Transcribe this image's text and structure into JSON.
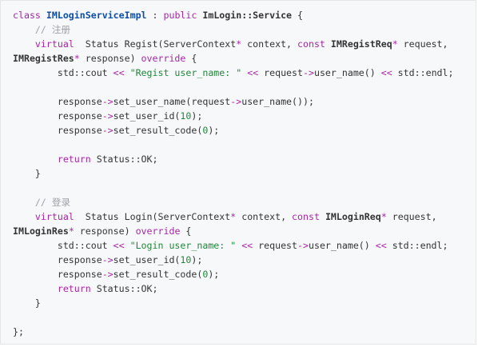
{
  "code": {
    "lines": [
      [
        [
          "kw",
          "class "
        ],
        [
          "cls",
          "IMLoginServiceImpl"
        ],
        [
          "txt",
          " : "
        ],
        [
          "kw",
          "public "
        ],
        [
          "bold",
          "ImLogin::Service"
        ],
        [
          "txt",
          " {"
        ]
      ],
      [
        [
          "txt",
          "    "
        ],
        [
          "cmt",
          "// 注册"
        ]
      ],
      [
        [
          "txt",
          "    "
        ],
        [
          "kw",
          "virtual"
        ],
        [
          "txt",
          "  Status Regist(ServerContext"
        ],
        [
          "op",
          "*"
        ],
        [
          "txt",
          " context, "
        ],
        [
          "kw",
          "const "
        ],
        [
          "bold",
          "IMRegistReq"
        ],
        [
          "op",
          "*"
        ],
        [
          "txt",
          " request,"
        ]
      ],
      [
        [
          "bold",
          "IMRegistRes"
        ],
        [
          "op",
          "*"
        ],
        [
          "txt",
          " response) "
        ],
        [
          "kw",
          "override"
        ],
        [
          "txt",
          " {"
        ]
      ],
      [
        [
          "txt",
          "        std::cout "
        ],
        [
          "op",
          "<<"
        ],
        [
          "txt",
          " "
        ],
        [
          "str",
          "\"Regist user_name: \""
        ],
        [
          "txt",
          " "
        ],
        [
          "op",
          "<<"
        ],
        [
          "txt",
          " request"
        ],
        [
          "op",
          "->"
        ],
        [
          "txt",
          "user_name() "
        ],
        [
          "op",
          "<<"
        ],
        [
          "txt",
          " std::endl;"
        ]
      ],
      [],
      [
        [
          "txt",
          "        response"
        ],
        [
          "op",
          "->"
        ],
        [
          "txt",
          "set_user_name(request"
        ],
        [
          "op",
          "->"
        ],
        [
          "txt",
          "user_name());"
        ]
      ],
      [
        [
          "txt",
          "        response"
        ],
        [
          "op",
          "->"
        ],
        [
          "txt",
          "set_user_id("
        ],
        [
          "num",
          "10"
        ],
        [
          "txt",
          ");"
        ]
      ],
      [
        [
          "txt",
          "        response"
        ],
        [
          "op",
          "->"
        ],
        [
          "txt",
          "set_result_code("
        ],
        [
          "num",
          "0"
        ],
        [
          "txt",
          ");"
        ]
      ],
      [],
      [
        [
          "txt",
          "        "
        ],
        [
          "kw",
          "return"
        ],
        [
          "txt",
          " Status::OK;"
        ]
      ],
      [
        [
          "txt",
          "    }"
        ]
      ],
      [],
      [
        [
          "txt",
          "    "
        ],
        [
          "cmt",
          "// 登录"
        ]
      ],
      [
        [
          "txt",
          "    "
        ],
        [
          "kw",
          "virtual"
        ],
        [
          "txt",
          "  Status Login(ServerContext"
        ],
        [
          "op",
          "*"
        ],
        [
          "txt",
          " context, "
        ],
        [
          "kw",
          "const "
        ],
        [
          "bold",
          "IMLoginReq"
        ],
        [
          "op",
          "*"
        ],
        [
          "txt",
          " request,"
        ]
      ],
      [
        [
          "bold",
          "IMLoginRes"
        ],
        [
          "op",
          "*"
        ],
        [
          "txt",
          " response) "
        ],
        [
          "kw",
          "override"
        ],
        [
          "txt",
          " {"
        ]
      ],
      [
        [
          "txt",
          "        std::cout "
        ],
        [
          "op",
          "<<"
        ],
        [
          "txt",
          " "
        ],
        [
          "str",
          "\"Login user_name: \""
        ],
        [
          "txt",
          " "
        ],
        [
          "op",
          "<<"
        ],
        [
          "txt",
          " request"
        ],
        [
          "op",
          "->"
        ],
        [
          "txt",
          "user_name() "
        ],
        [
          "op",
          "<<"
        ],
        [
          "txt",
          " std::endl;"
        ]
      ],
      [
        [
          "txt",
          "        response"
        ],
        [
          "op",
          "->"
        ],
        [
          "txt",
          "set_user_id("
        ],
        [
          "num",
          "10"
        ],
        [
          "txt",
          ");"
        ]
      ],
      [
        [
          "txt",
          "        response"
        ],
        [
          "op",
          "->"
        ],
        [
          "txt",
          "set_result_code("
        ],
        [
          "num",
          "0"
        ],
        [
          "txt",
          ");"
        ]
      ],
      [
        [
          "txt",
          "        "
        ],
        [
          "kw",
          "return"
        ],
        [
          "txt",
          " Status::OK;"
        ]
      ],
      [
        [
          "txt",
          "    }"
        ]
      ],
      [],
      [
        [
          "txt",
          "};"
        ]
      ]
    ]
  }
}
